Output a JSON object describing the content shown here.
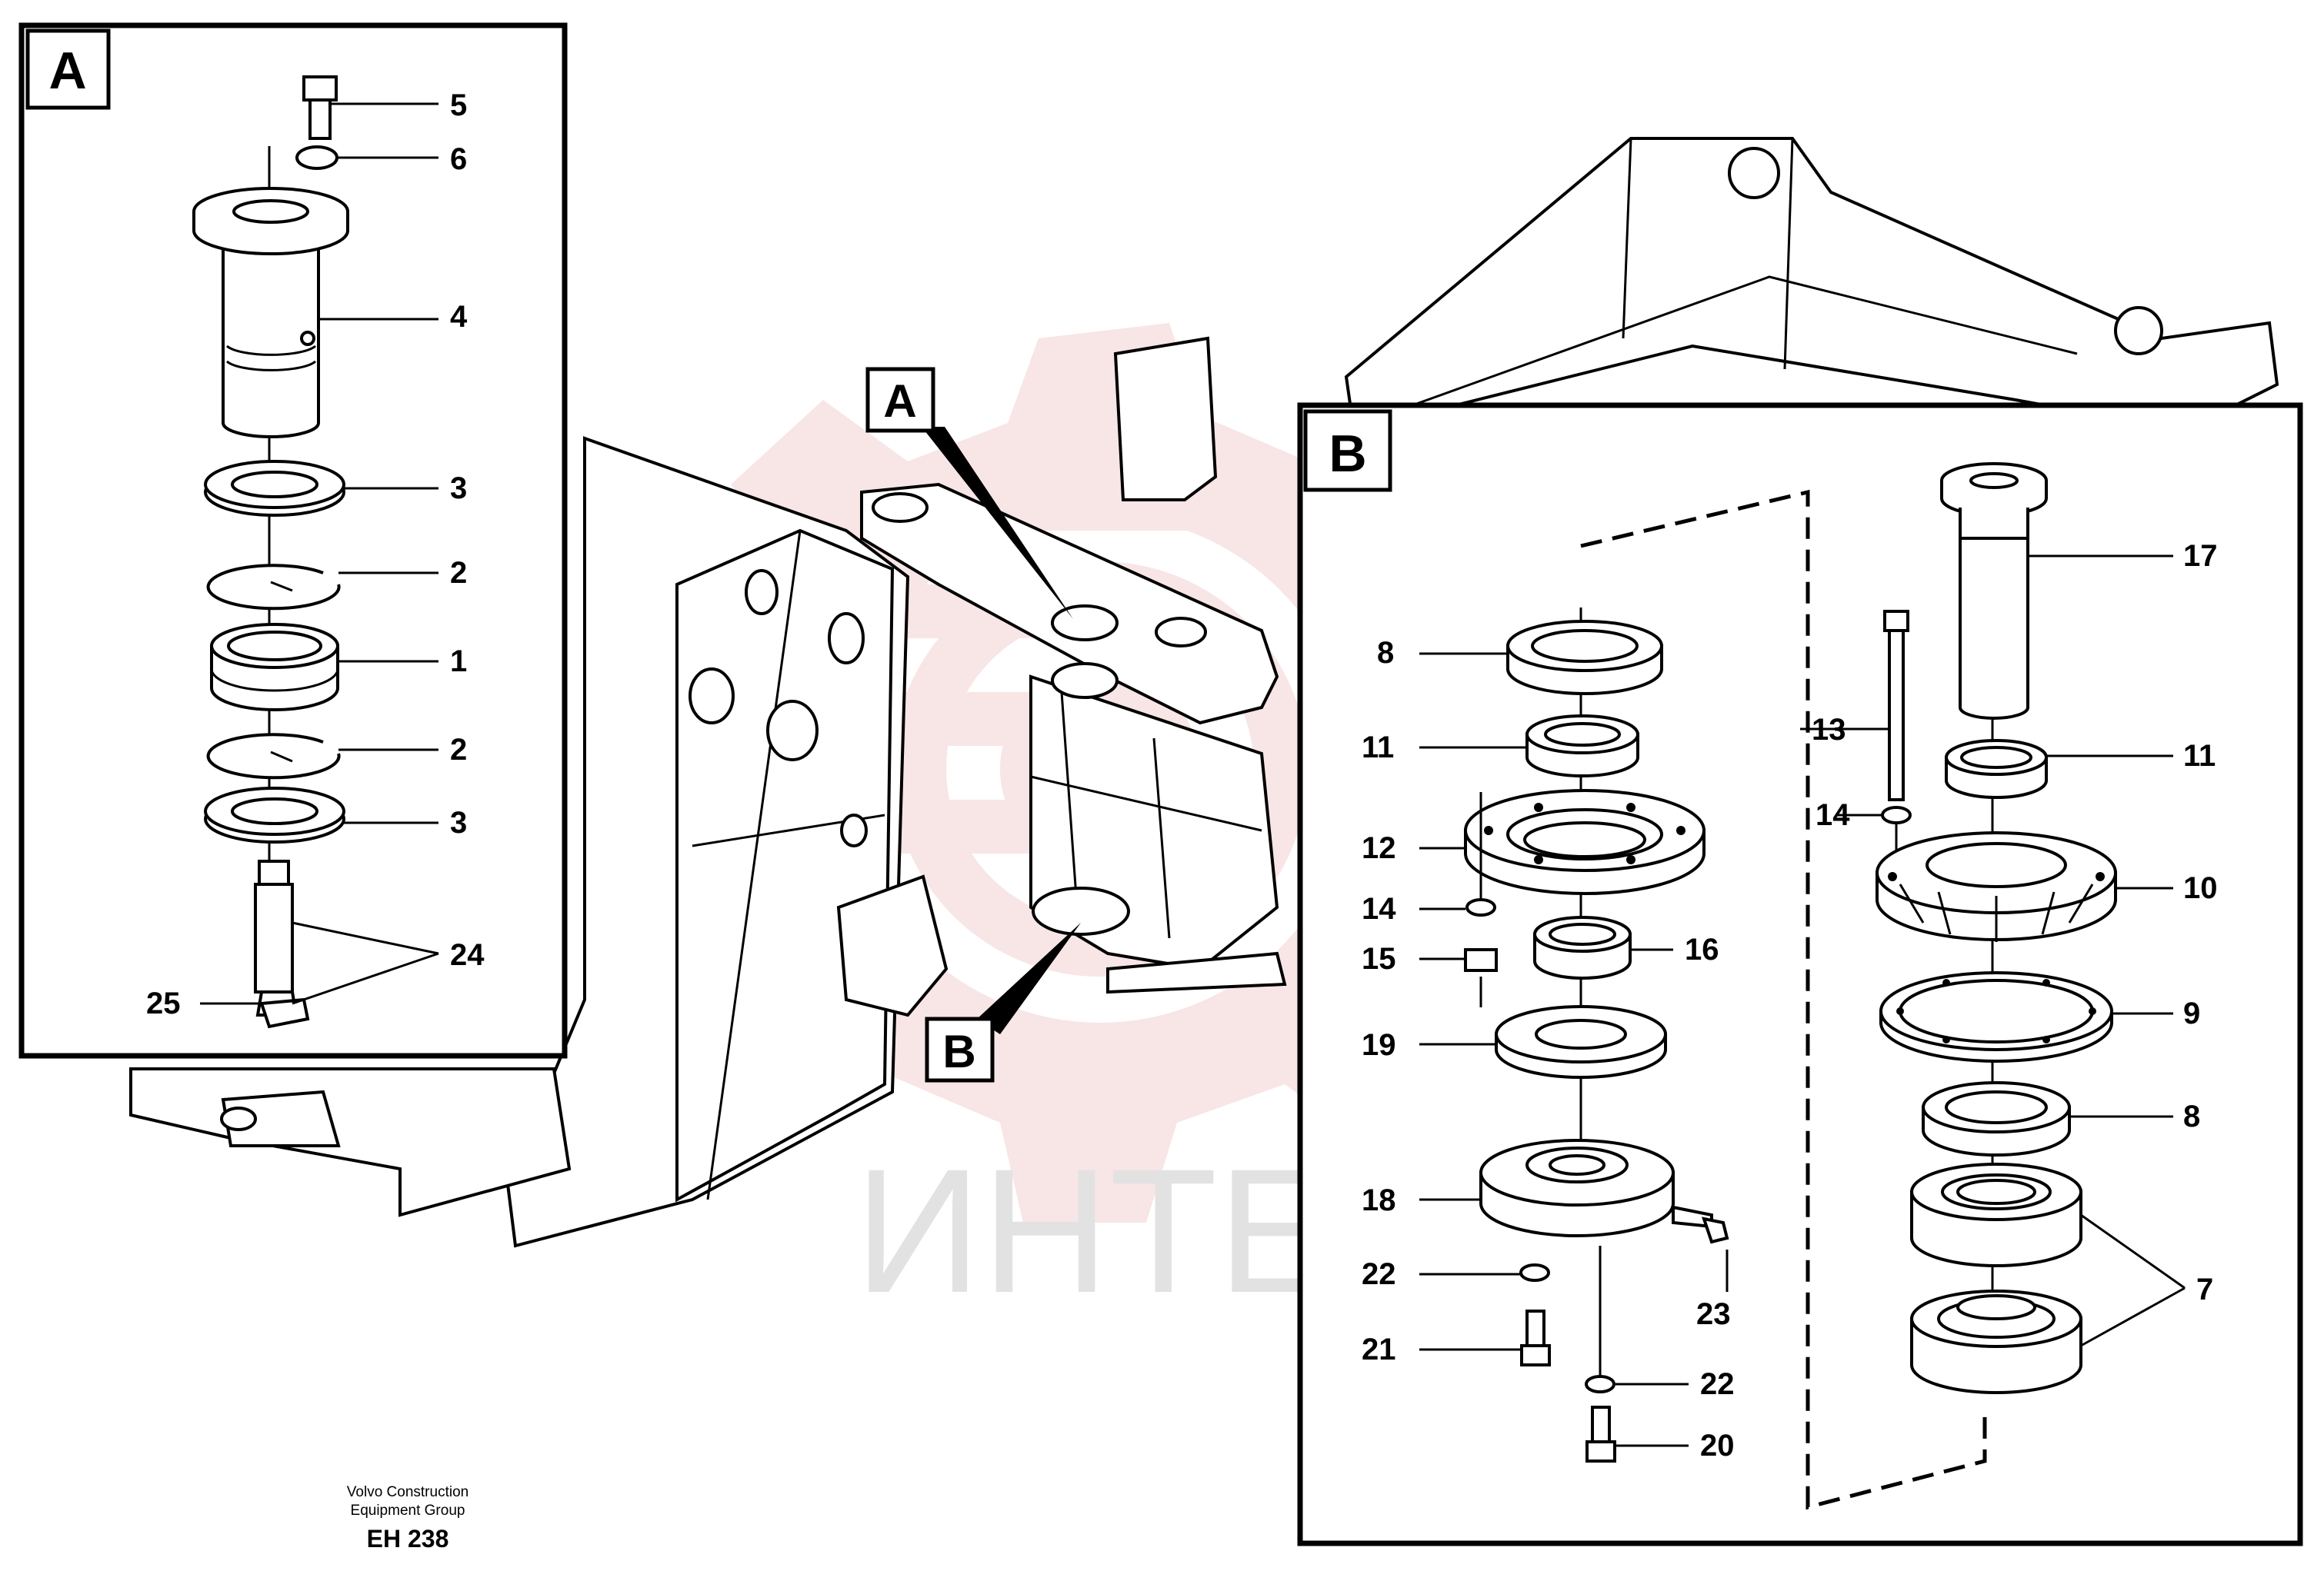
{
  "watermark": {
    "text": "ИНТЕХ",
    "color": "#e8b4b4"
  },
  "detail_a": {
    "tag": "A",
    "callouts": [
      "5",
      "6",
      "4",
      "3",
      "2",
      "1",
      "2",
      "3",
      "24",
      "25"
    ]
  },
  "detail_b": {
    "tag": "B",
    "callouts_left": [
      "8",
      "11",
      "12",
      "14",
      "15",
      "16",
      "19",
      "18",
      "22",
      "21",
      "23",
      "22",
      "20"
    ],
    "callouts_right": [
      "17",
      "13",
      "11",
      "14",
      "10",
      "9",
      "8",
      "7"
    ]
  },
  "main_view": {
    "tag_a": "A",
    "tag_b": "B"
  },
  "footer": {
    "line1": "Volvo Construction",
    "line2": "Equipment Group",
    "code": "EH 238"
  },
  "colors": {
    "ink": "#000000",
    "paper": "#ffffff",
    "watermark": "#e8b4b4"
  }
}
